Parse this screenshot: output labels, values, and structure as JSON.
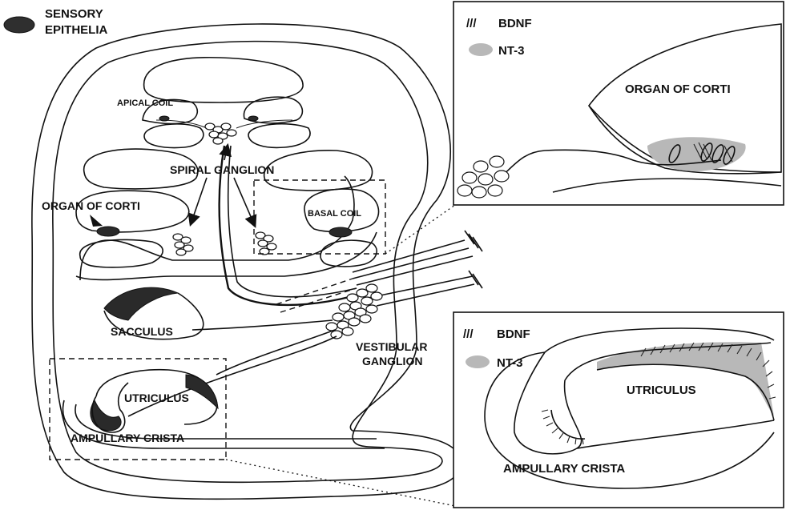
{
  "legend_main": {
    "swatch_color": "#2f2f2f",
    "label_line1": "SENSORY",
    "label_line2": "EPITHELIA"
  },
  "cochlea": {
    "apical_coil": "APICAL COIL",
    "spiral_ganglion": "SPIRAL  GANGLION",
    "organ_of_corti": "ORGAN OF CORTI",
    "basal_coil": "BASAL COIL"
  },
  "vestibule": {
    "sacculus": "SACCULUS",
    "utriculus": "UTRICULUS",
    "ampullary_crista": "AMPULLARY CRISTA",
    "vestibular_ganglion_line1": "VESTIBULAR",
    "vestibular_ganglion_line2": "GANGLION"
  },
  "inset_top": {
    "legend_bdnf_symbol": "///",
    "legend_bdnf": "BDNF",
    "legend_nt3": "NT-3",
    "organ_label": "ORGAN OF CORTI"
  },
  "inset_bottom": {
    "legend_bdnf_symbol": "///",
    "legend_bdnf": "BDNF",
    "legend_nt3": "NT-3",
    "utriculus": "UTRICULUS",
    "ampullary_crista": "AMPULLARY CRISTA"
  },
  "colors": {
    "ink": "#111111",
    "epithelia": "#2a2a2a",
    "nt3_shading": "#b8b8b8",
    "background": "#ffffff"
  }
}
